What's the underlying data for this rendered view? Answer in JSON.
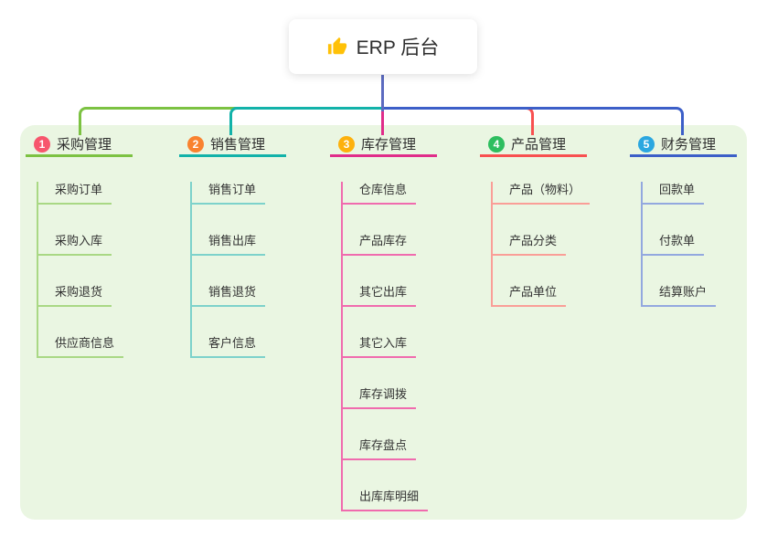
{
  "root": {
    "label": "ERP 后台",
    "icon": "thumbs-up-icon",
    "icon_color": "#FFC107"
  },
  "canvas": {
    "panel_bg": "#EAF6E2",
    "stem_color": "#5C6BC0"
  },
  "branches": [
    {
      "index": "1",
      "label": "采购管理",
      "badge_color": "#F7566D",
      "line_color": "#7CC242",
      "sub_line_color": "#A9D884",
      "items": [
        "采购订单",
        "采购入库",
        "采购退货",
        "供应商信息"
      ]
    },
    {
      "index": "2",
      "label": "销售管理",
      "badge_color": "#F9822F",
      "line_color": "#12B2A9",
      "sub_line_color": "#7DD2CB",
      "items": [
        "销售订单",
        "销售出库",
        "销售退货",
        "客户信息"
      ]
    },
    {
      "index": "3",
      "label": "库存管理",
      "badge_color": "#FDB10D",
      "line_color": "#E02D8A",
      "sub_line_color": "#F06BAE",
      "items": [
        "仓库信息",
        "产品库存",
        "其它出库",
        "其它入库",
        "库存调拨",
        "库存盘点",
        "出库库明细"
      ]
    },
    {
      "index": "4",
      "label": "产品管理",
      "badge_color": "#2EBE5F",
      "line_color": "#F85050",
      "sub_line_color": "#FA9E97",
      "items": [
        "产品（物料）",
        "产品分类",
        "产品单位"
      ]
    },
    {
      "index": "5",
      "label": "财务管理",
      "badge_color": "#2BA7E0",
      "line_color": "#3C5FC8",
      "sub_line_color": "#93A8DF",
      "items": [
        "回款单",
        "付款单",
        "结算账户"
      ]
    }
  ]
}
